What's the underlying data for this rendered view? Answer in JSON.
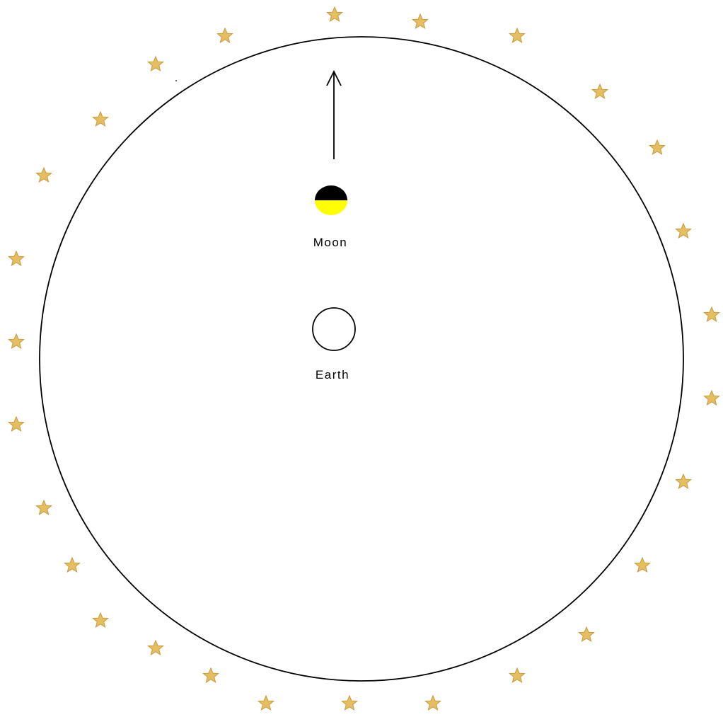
{
  "labels": {
    "moon": "Moon",
    "earth": "Earth"
  },
  "icons": {
    "star": "star-icon",
    "arrow": "arrow-up-icon"
  },
  "colors": {
    "star_fill": "#E6BE62",
    "star_stroke": "#C99A3C",
    "moon_lit": "#FFFF00",
    "moon_dark": "#000000",
    "orbit": "#000000",
    "earth_fill": "#FFFFFF"
  },
  "moon_phase": {
    "lit_half": "bottom",
    "dark_half": "top"
  }
}
